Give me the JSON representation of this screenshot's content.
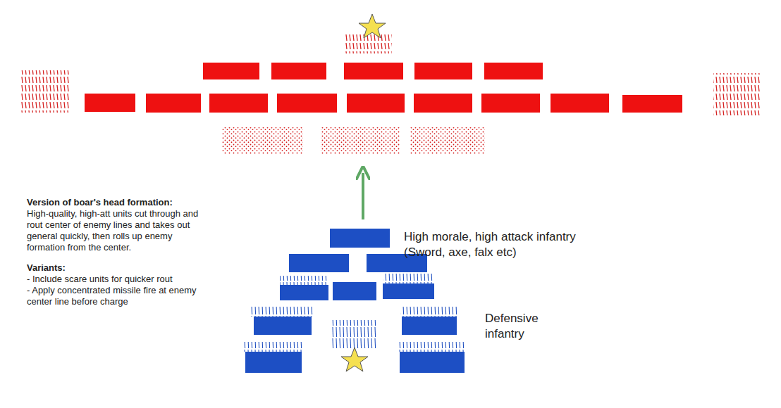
{
  "diagram": {
    "labels": [
      "Version of boar's head formation:",
      "High-quality, high-att units cut through and rout center of enemy lines and takes out general quickly, then rolls up enemy formation from the center.",
      "Variants:",
      "- Include scare units for quicker rout",
      "- Apply concentrated missile fire at enemy center line before charge",
      "High morale, high attack infantry (Sword, axe, falx etc)",
      "Defensive infantry"
    ]
  }
}
